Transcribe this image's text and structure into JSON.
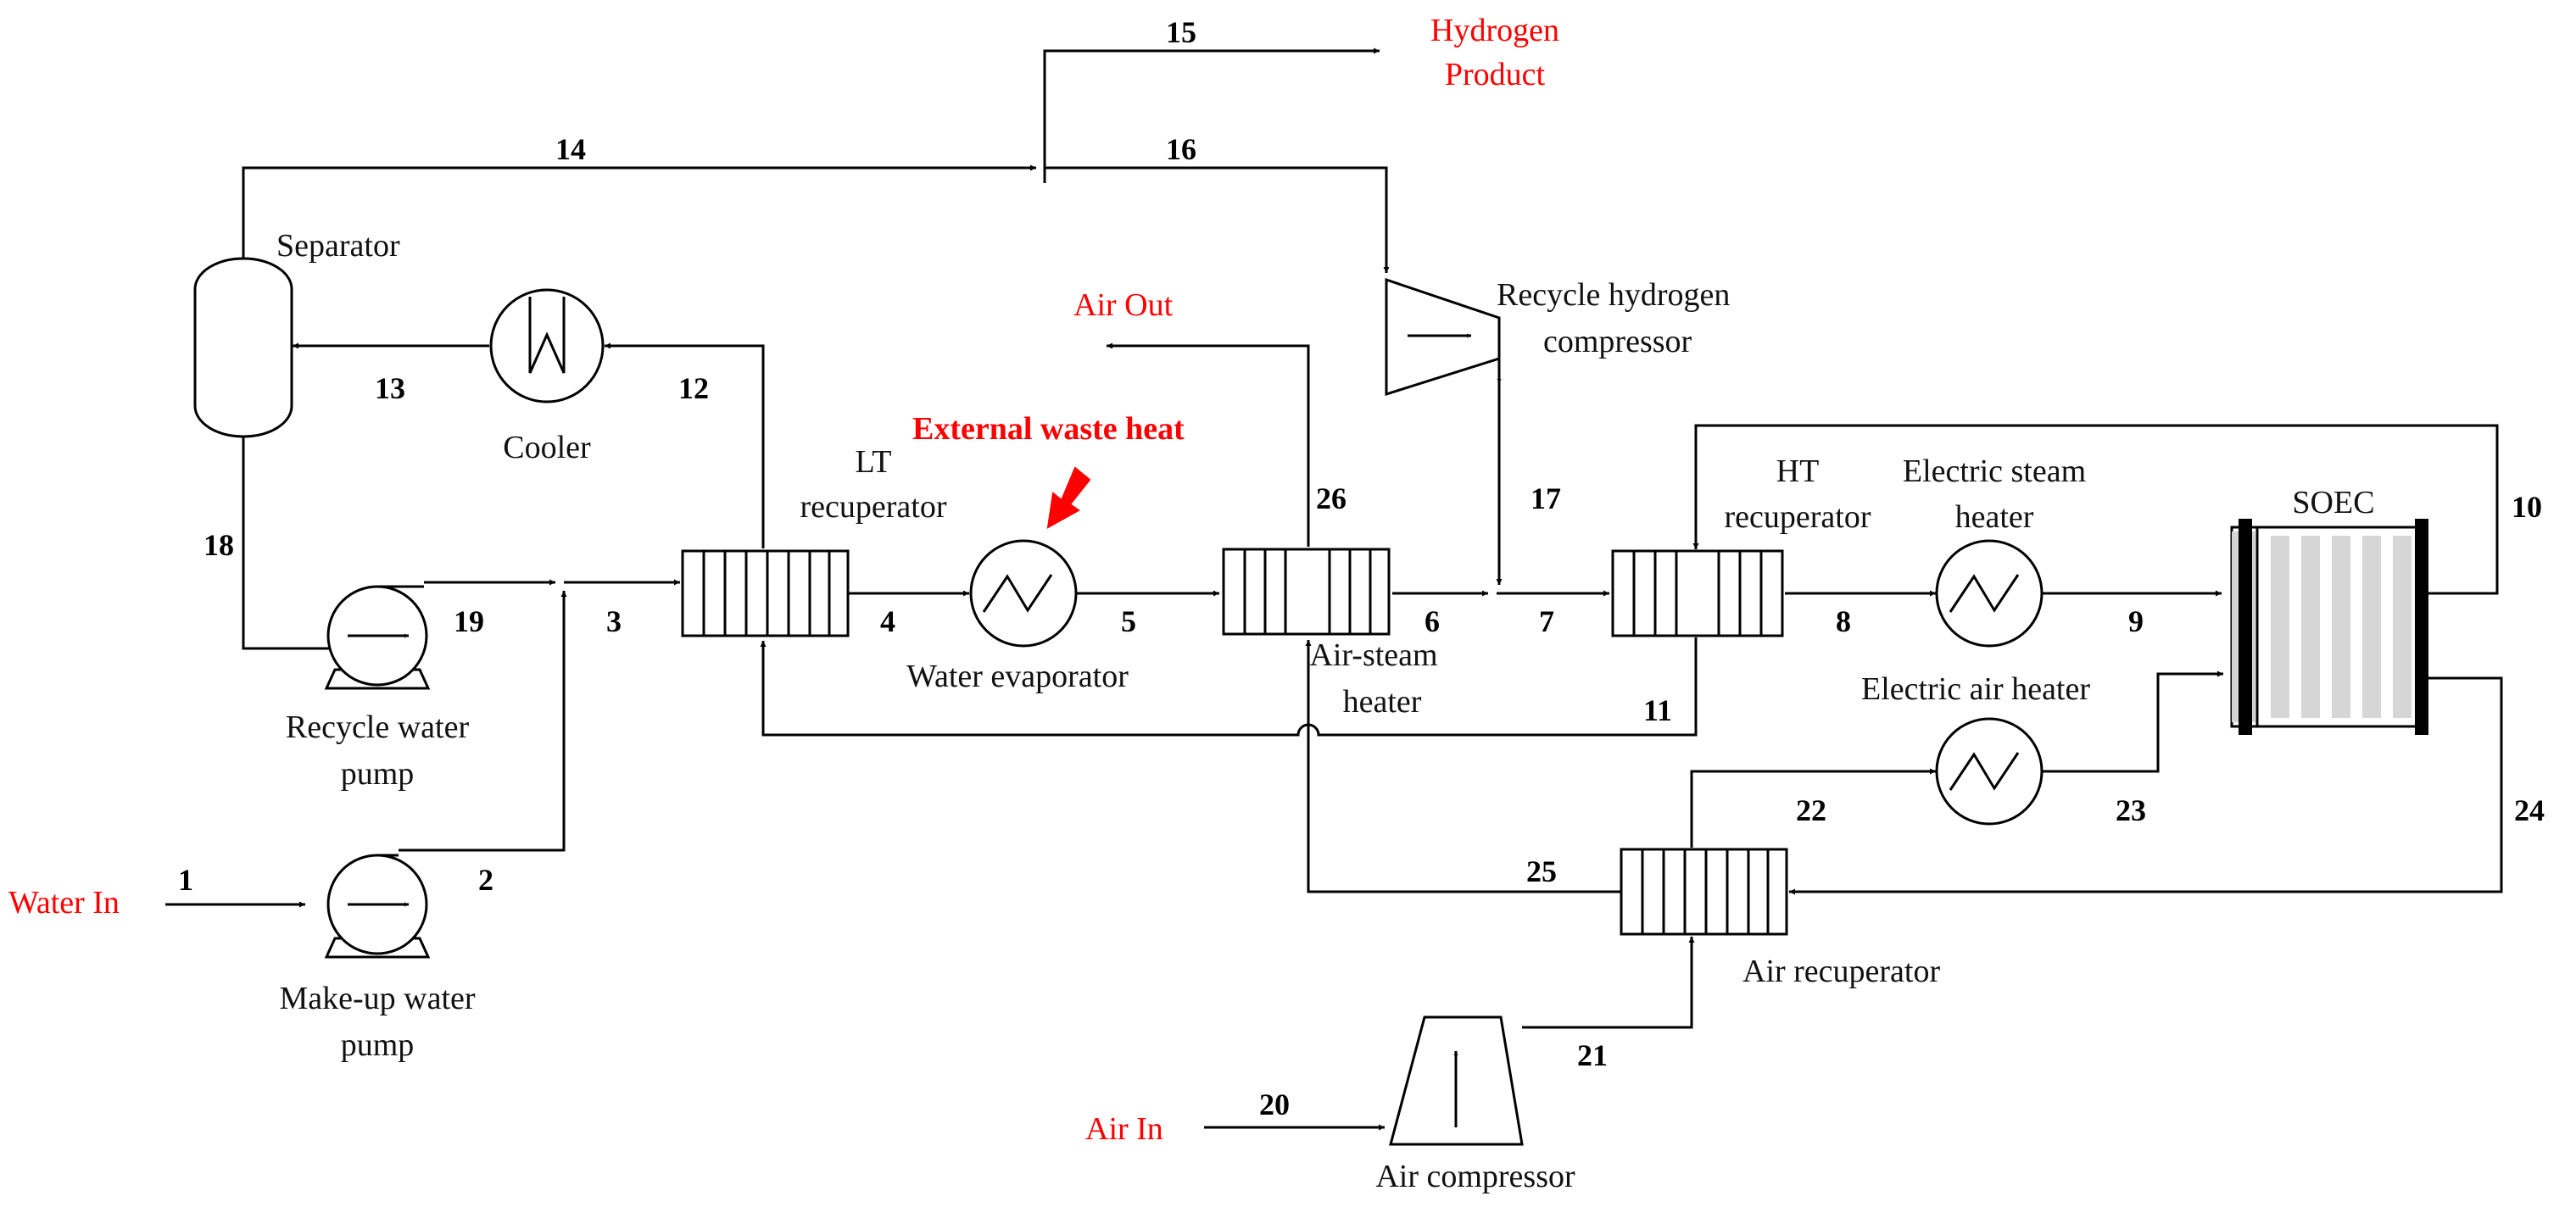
{
  "streams": {
    "inlets": {
      "water_in": "Water In",
      "air_in": "Air In"
    },
    "outlets": {
      "hydrogen_line1": "Hydrogen",
      "hydrogen_line2": "Product",
      "air_out": "Air Out"
    },
    "heat_input": "External waste heat",
    "numbers": {
      "s1": "1",
      "s2": "2",
      "s3": "3",
      "s4": "4",
      "s5": "5",
      "s6": "6",
      "s7": "7",
      "s8": "8",
      "s9": "9",
      "s10": "10",
      "s11": "11",
      "s12": "12",
      "s13": "13",
      "s14": "14",
      "s15": "15",
      "s16": "16",
      "s17": "17",
      "s18": "18",
      "s19": "19",
      "s20": "20",
      "s21": "21",
      "s22": "22",
      "s23": "23",
      "s24": "24",
      "s25": "25",
      "s26": "26"
    }
  },
  "equipment": {
    "separator": "Separator",
    "cooler": "Cooler",
    "recycle_water_pump": {
      "line1": "Recycle water",
      "line2": "pump"
    },
    "makeup_water_pump": {
      "line1": "Make-up water",
      "line2": "pump"
    },
    "lt_recuperator": {
      "line1": "LT",
      "line2": "recuperator"
    },
    "water_evaporator": "Water evaporator",
    "air_steam_heater": {
      "line1": "Air-steam",
      "line2": "heater"
    },
    "recycle_h2_compressor": {
      "line1": "Recycle hydrogen",
      "line2": "compressor"
    },
    "ht_recuperator": {
      "line1": "HT",
      "line2": "recuperator"
    },
    "electric_steam_heater": {
      "line1": "Electric steam",
      "line2": "heater"
    },
    "soec": "SOEC",
    "electric_air_heater": "Electric air heater",
    "air_recuperator": "Air recuperator",
    "air_compressor": "Air compressor"
  }
}
